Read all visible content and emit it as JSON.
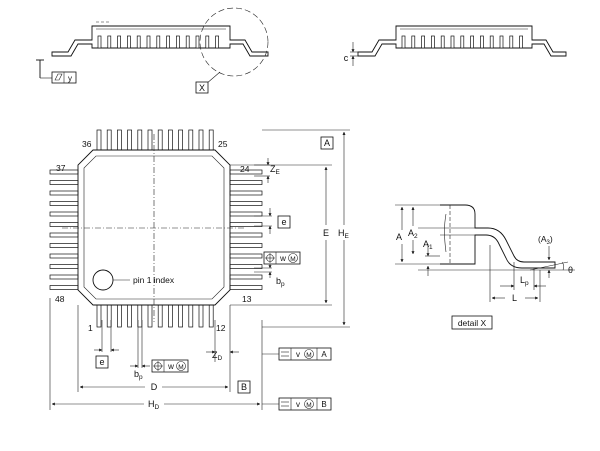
{
  "pin_numbers": {
    "p1": "1",
    "p12": "12",
    "p13": "13",
    "p24": "24",
    "p25": "25",
    "p36": "36",
    "p37": "37",
    "p48": "48"
  },
  "pin_index_label": "pin 1 index",
  "detail_ref": "X",
  "detail_caption": "detail X",
  "datum_a": "A",
  "datum_b": "B",
  "datum_y": "y",
  "tolerance_v": "v",
  "tolerance_w": "w",
  "tolerance_m": "M",
  "dims": {
    "c": "c",
    "e": "e",
    "E": "E",
    "H_E": "H",
    "H_E_sub": "E",
    "Z_E": "Z",
    "Z_E_sub": "E",
    "Z_D": "Z",
    "Z_D_sub": "D",
    "b_p": "b",
    "b_p_sub": "p",
    "D": "D",
    "H_D": "H",
    "H_D_sub": "D",
    "A": "A",
    "A2": "A",
    "A2_sub": "2",
    "A1": "A",
    "A1_sub": "1",
    "A3_open": "(A",
    "A3_sub": "3",
    "A3_close": ")",
    "Lp": "L",
    "Lp_sub": "p",
    "L": "L",
    "theta": "θ"
  },
  "colors": {
    "line": "#111111",
    "background": "#ffffff"
  }
}
